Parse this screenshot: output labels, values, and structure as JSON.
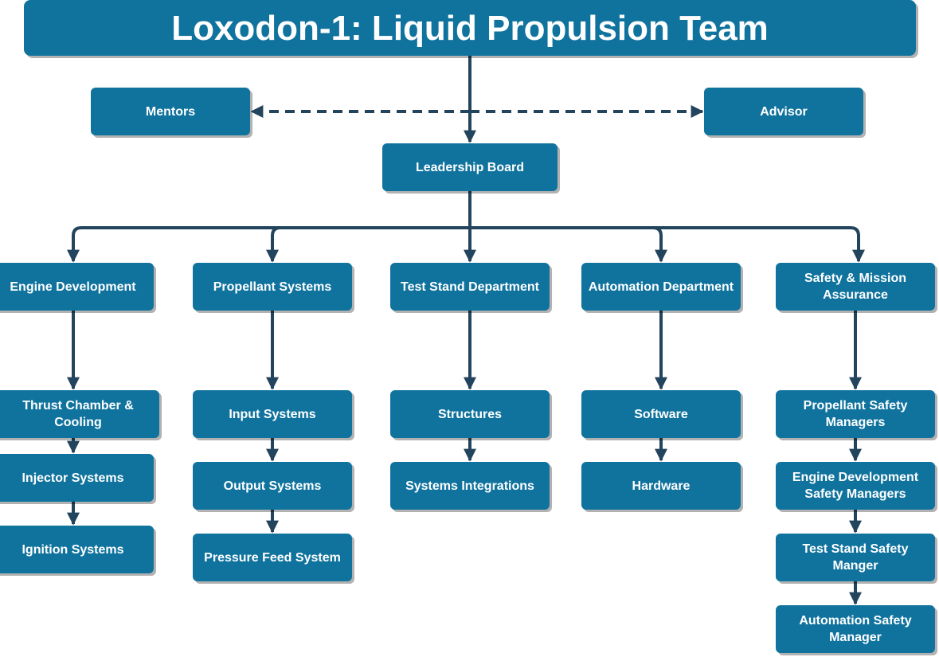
{
  "title": "Loxodon-1: Liquid Propulsion Team",
  "mentors": "Mentors",
  "advisor": "Advisor",
  "leadership": "Leadership Board",
  "departments": {
    "engine": {
      "name": "Engine Development",
      "teams": [
        "Thrust Chamber & Cooling",
        "Injector Systems",
        "Ignition Systems"
      ]
    },
    "propellant": {
      "name": "Propellant Systems",
      "teams": [
        "Input Systems",
        "Output Systems",
        "Pressure Feed System"
      ]
    },
    "test_stand": {
      "name": "Test Stand Department",
      "teams": [
        "Structures",
        "Systems Integrations"
      ]
    },
    "automation": {
      "name": "Automation Department",
      "teams": [
        "Software",
        "Hardware"
      ]
    },
    "safety": {
      "name": "Safety & Mission Assurance",
      "teams": [
        "Propellant Safety Managers",
        "Engine Development Safety Managers",
        "Test Stand Safety Manger",
        "Automation Safety Manager"
      ]
    }
  },
  "colors": {
    "node_fill": "#10739e",
    "node_text": "#ffffff",
    "connector": "#23445d"
  }
}
